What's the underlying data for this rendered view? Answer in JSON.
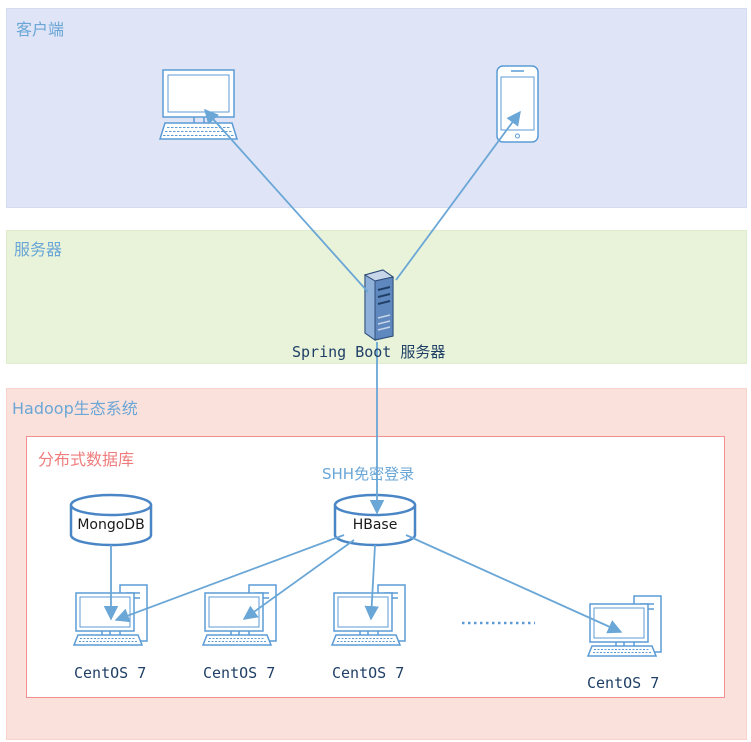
{
  "regions": {
    "client": {
      "title": "客户端"
    },
    "server": {
      "title": "服务器",
      "node_label": "Spring Boot 服务器"
    },
    "hadoop": {
      "title": "Hadoop生态系统"
    },
    "distributed_db": {
      "title": "分布式数据库"
    }
  },
  "databases": {
    "mongodb": "MongoDB",
    "hbase": "HBase"
  },
  "edge_labels": {
    "ssh": "SHH免密登录"
  },
  "nodes": {
    "centos1": "CentOS 7",
    "centos2": "CentOS 7",
    "centos3": "CentOS 7",
    "centos4": "CentOS 7"
  },
  "icons": {
    "client_desktop": "desktop-icon",
    "client_phone": "phone-icon",
    "server": "server-icon"
  },
  "colors": {
    "client_bg": "#dfe4f6",
    "client_border": "#d5dcf1",
    "server_bg": "#e9f3d9",
    "server_border": "#e0edcc",
    "hadoop_bg": "#fbe1dc",
    "hadoop_border": "#f7d3cc",
    "db_border": "#f09090",
    "line": "#6aa6d6",
    "icon_stroke": "#5b9bd5",
    "icon_fill": "#ffffff",
    "dots": "#5b9bd5"
  }
}
